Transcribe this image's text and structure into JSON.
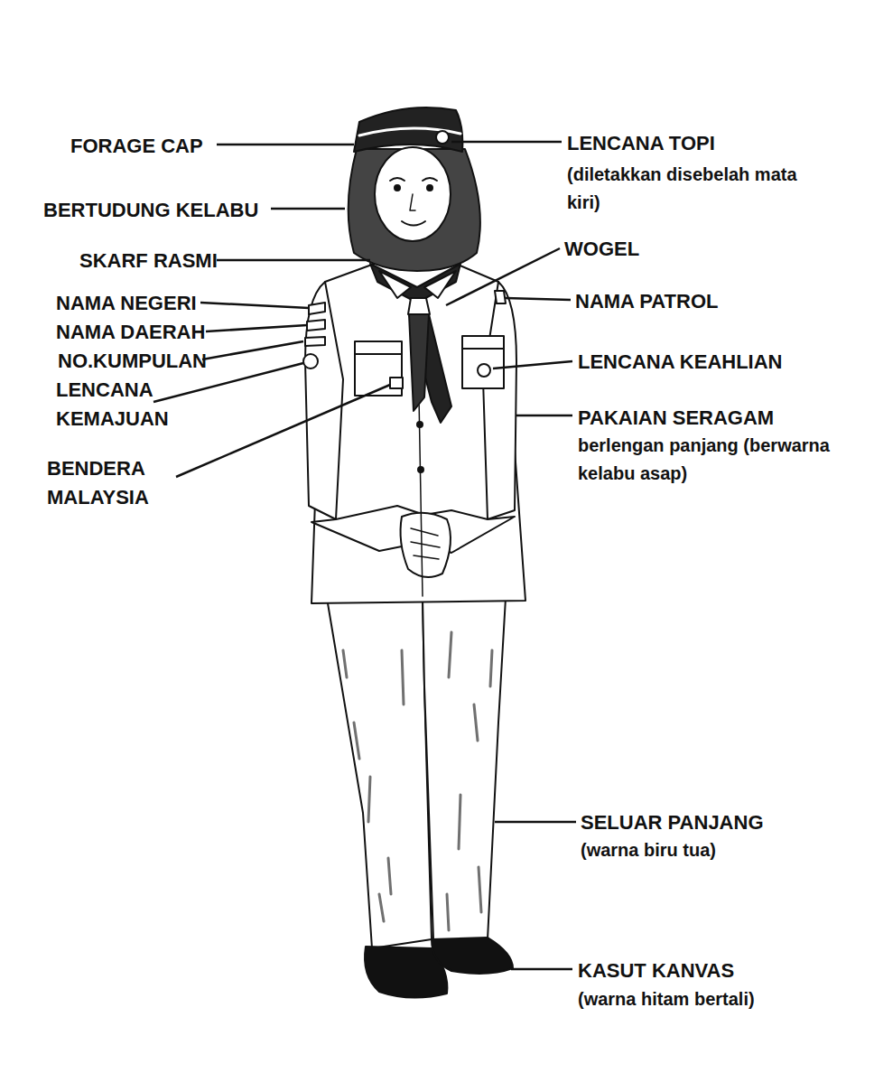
{
  "diagram": {
    "labels": [
      "FORAGE CAP",
      "LENCANA TOPI",
      "(diletakkan disebelah mata kiri)",
      "BERTUDUNG KELABU",
      "WOGEL",
      "SKARF RASMI",
      "NAMA NEGERI",
      "NAMA PATROL",
      "NAMA DAERAH",
      "NO.KUMPULAN",
      "LENCANA KEAHLIAN",
      "LENCANA KEMAJUAN",
      "PAKAIAN SERAGAM",
      "berlengan panjang (berwarna kelabu asap)",
      "BENDERA MALAYSIA",
      "SELUAR PANJANG",
      "(warna biru tua)",
      "KASUT KANVAS",
      "(warna hitam bertali)"
    ]
  }
}
